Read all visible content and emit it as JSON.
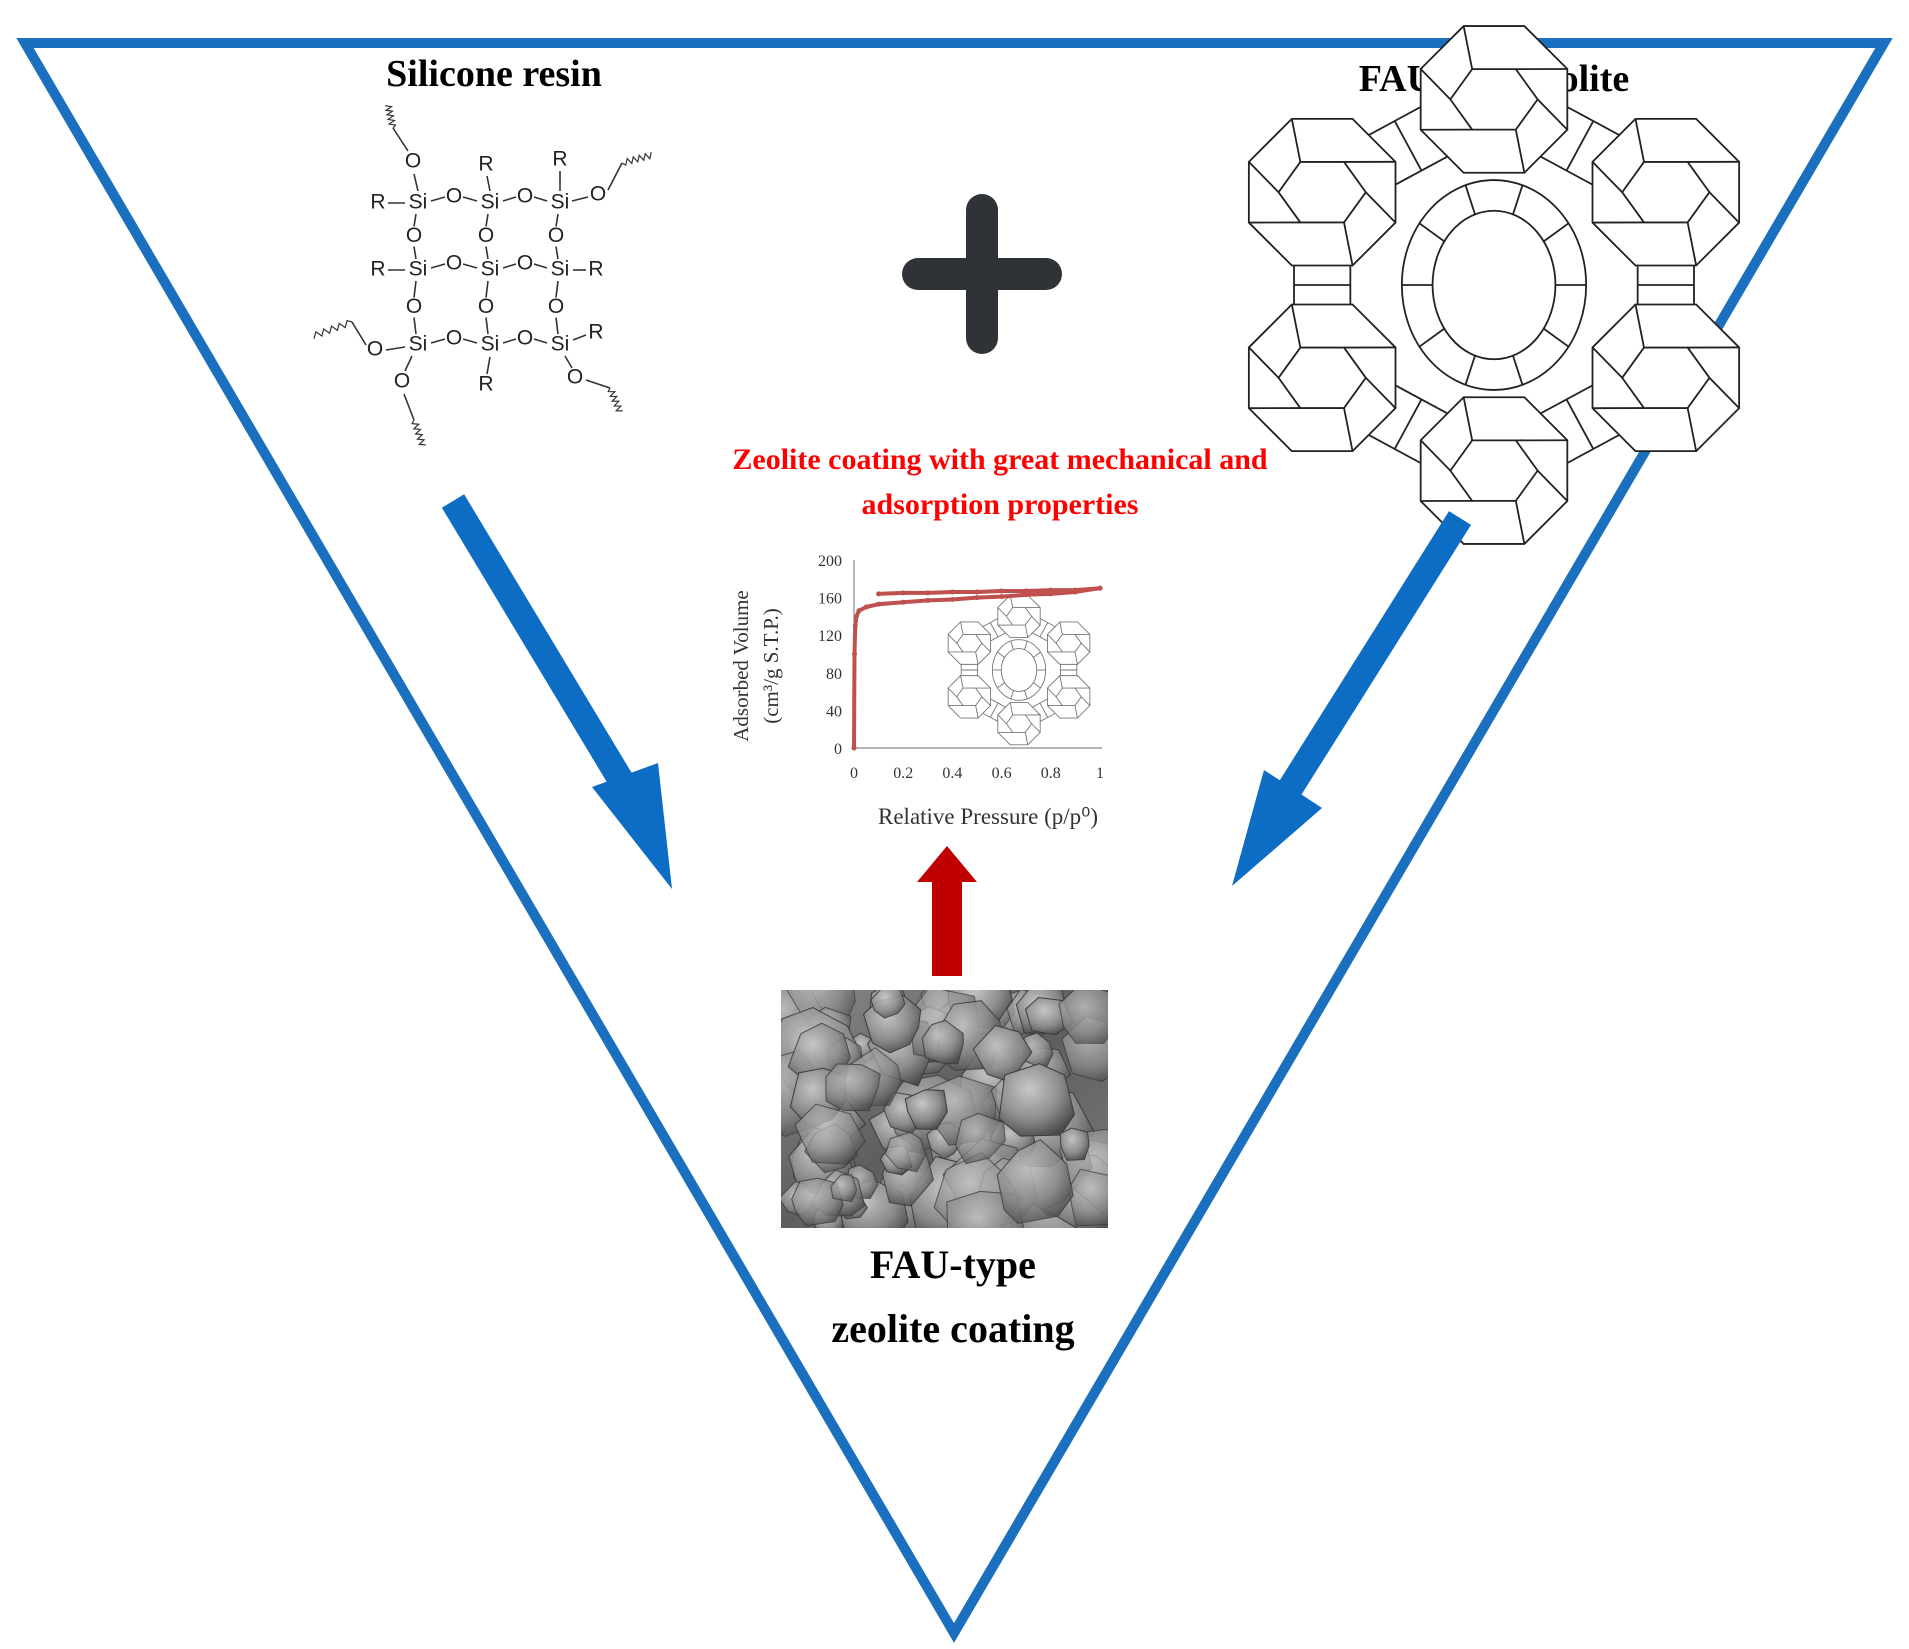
{
  "labels": {
    "silicone_resin": "Silicone resin",
    "fau_zeolite": "FAU-type zeolite",
    "coating_title_line1": "Zeolite coating with great mechanical and",
    "coating_title_line2": "adsorption properties",
    "coating_line1": "FAU-type",
    "coating_line2": "zeolite coating"
  },
  "chem": {
    "si": "Si",
    "o": "O",
    "r": "R"
  },
  "colors": {
    "triangle": "#1a6fbe",
    "blue_arrow": "#0d6cc4",
    "red_arrow": "#c00000",
    "plus": "#2f3338",
    "curve": "#c0504d"
  },
  "icons": {
    "plus": "plus-icon",
    "zeolite": "fau-zeolite-framework-icon",
    "sem": "sem-micrograph-image"
  },
  "chart_data": {
    "type": "line",
    "ylabel_line1": "Adsorbed Volume",
    "ylabel_line2": "(cm³/g S.T.P.)",
    "xlabel": "Relative Pressure (p/p⁰)",
    "xlim": [
      0,
      1
    ],
    "ylim": [
      0,
      200
    ],
    "x_ticks": [
      "0",
      "0.2",
      "0.4",
      "0.6",
      "0.8",
      "1"
    ],
    "y_ticks": [
      "0",
      "40",
      "80",
      "120",
      "160",
      "200"
    ],
    "series": [
      {
        "x": [
          0,
          0.002,
          0.005,
          0.01,
          0.02,
          0.05,
          0.1,
          0.2,
          0.3,
          0.4,
          0.5,
          0.6,
          0.7,
          0.8,
          0.9,
          1.0
        ],
        "y": [
          0,
          100,
          130,
          140,
          146,
          150,
          153,
          155,
          157,
          158,
          160,
          161,
          163,
          164,
          166,
          170
        ]
      },
      {
        "x": [
          1.0,
          0.9,
          0.8,
          0.7,
          0.6,
          0.5,
          0.4,
          0.3,
          0.2,
          0.1
        ],
        "y": [
          170,
          168,
          168,
          167,
          167,
          166,
          166,
          165,
          165,
          164
        ]
      }
    ]
  }
}
